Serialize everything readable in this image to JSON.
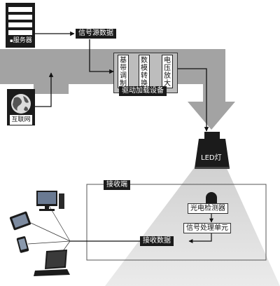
{
  "labels": {
    "server": "服务器",
    "signal_source": "信号源数据",
    "internet": "互联网",
    "baseband_modulation": "基带调制",
    "da_conversion": "数模转换",
    "voltage_amplifier": "电压放大",
    "driver_device": "驱动加载设备",
    "led_lamp": "LED灯",
    "receiver_end": "接收端",
    "photo_detector": "光电检测器",
    "signal_processing": "信号处理单元",
    "received_data": "接收数据"
  }
}
